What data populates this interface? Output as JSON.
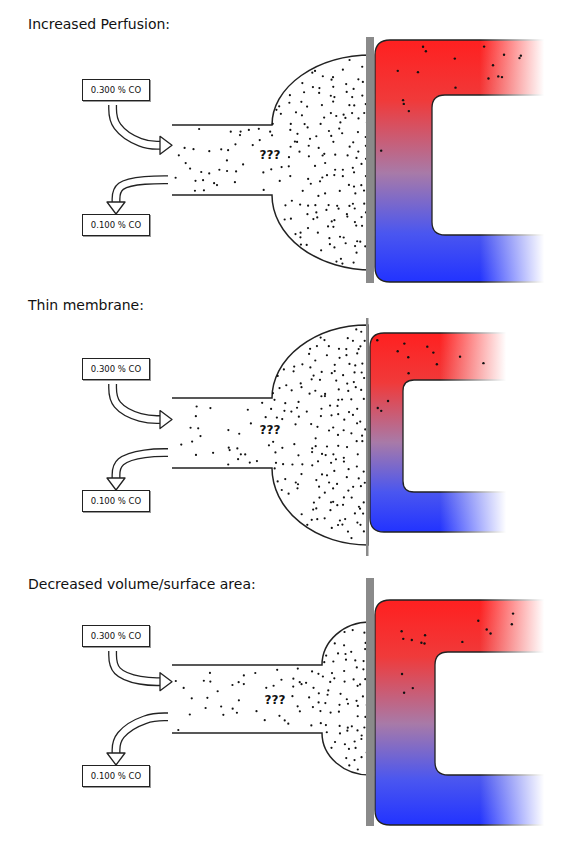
{
  "diagram": {
    "nodes": [
      {
        "text": [
          "0.300 % CO"
        ]
      },
      {
        "text": [
          "???"
        ]
      },
      {
        "text": [
          "0.100 % CO"
        ]
      },
      {
        "text": [
          "0.300 % CO"
        ]
      },
      {
        "text": [
          "???"
        ]
      },
      {
        "text": [
          "0.100 % CO"
        ]
      },
      {
        "text": [
          "0.300 % CO"
        ]
      },
      {
        "text": [
          "???"
        ]
      },
      {
        "text": [
          "0.100 % CO"
        ]
      }
    ],
    "edges": [
      {
        "from": 0,
        "to": 1,
        "arrow": "to"
      },
      {
        "from": 1,
        "to": 2,
        "arrow": "to"
      },
      {
        "from": 3,
        "to": 4,
        "arrow": "to"
      },
      {
        "from": 4,
        "to": 5,
        "arrow": "to"
      },
      {
        "from": 6,
        "to": 7,
        "arrow": "to"
      },
      {
        "from": 7,
        "to": 8,
        "arrow": "to"
      }
    ],
    "labels": [
      "Increased Perfusion:",
      "Thin membrane:",
      "Decreased volume/surface area:"
    ]
  }
}
